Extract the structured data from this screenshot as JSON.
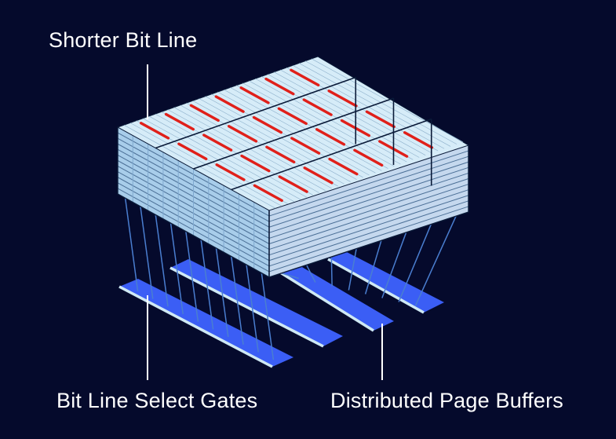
{
  "labels": {
    "shorter_bit_line": "Shorter Bit Line",
    "bit_line_select_gates": "Bit Line Select Gates",
    "distributed_page_buffers": "Distributed Page Buffers"
  },
  "colors": {
    "background": "#050a2c",
    "top_face": "#d6ecf8",
    "left_face": "#a8cdea",
    "right_face": "#c5d8ee",
    "layer_line": "#4b6f96",
    "block_edge": "#0a1a38",
    "bit_line": "#e0201a",
    "vertical_line": "#4a7ed0",
    "strip": "#3b5ef5",
    "strip_edge": "#cfe9f4",
    "callout_line": "#ffffff"
  }
}
